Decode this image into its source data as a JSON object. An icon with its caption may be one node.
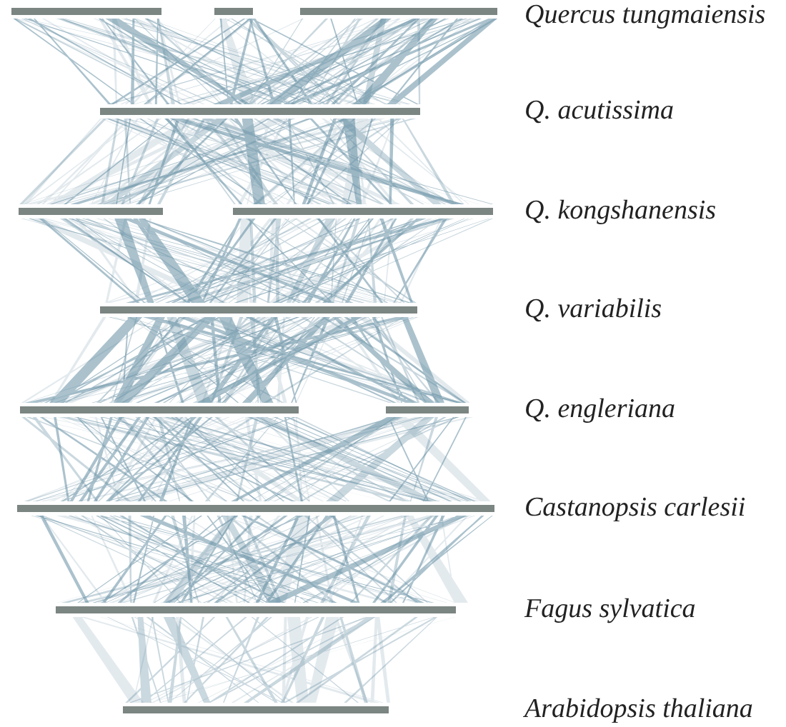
{
  "diagram": {
    "labels": [
      "Quercus tungmaiensis",
      "Q. acutissima",
      "Q. kongshanensis",
      "Q. variabilis",
      "Q. engleriana",
      "Castanopsis carlesii",
      "Fagus sylvatica",
      "Arabidopsis thaliana"
    ]
  }
}
